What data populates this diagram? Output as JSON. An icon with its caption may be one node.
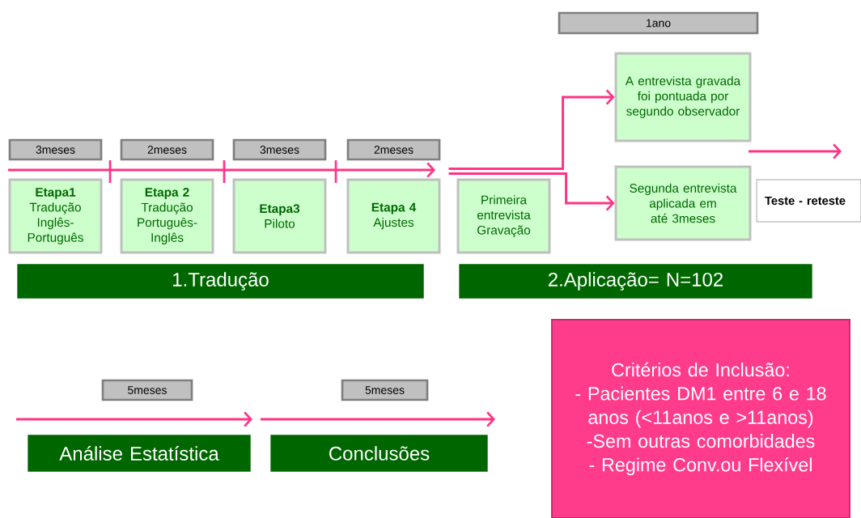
{
  "diagram": {
    "nodes": [
      {
        "text": [
          "3meses"
        ]
      },
      {
        "text": [
          "2meses"
        ]
      },
      {
        "text": [
          "3meses"
        ]
      },
      {
        "text": [
          "2meses"
        ]
      },
      {
        "text": [
          "Etapa1",
          "Tradução Inglês-Português"
        ]
      },
      {
        "text": [
          "Etapa 2",
          "Tradução Português-Inglês"
        ]
      },
      {
        "text": [
          "Etapa3",
          "Piloto"
        ]
      },
      {
        "text": [
          "Etapa 4",
          "Ajustes"
        ]
      },
      {
        "text": [
          "1.Tradução"
        ]
      },
      {
        "text": [
          "Primeira entrevista Gravação"
        ]
      },
      {
        "text": [
          "2.Aplicação= N=102"
        ]
      },
      {
        "text": [
          "1ano"
        ]
      },
      {
        "text": [
          "A entrevista gravada foi pontuada por segundo observador"
        ]
      },
      {
        "text": [
          "Segunda entrevista aplicada em até 3meses"
        ]
      },
      {
        "text": [
          "Teste - reteste"
        ]
      },
      {
        "text": [
          "5meses"
        ]
      },
      {
        "text": [
          "5meses"
        ]
      },
      {
        "text": [
          "Análise Estatística"
        ]
      },
      {
        "text": [
          "Conclusões"
        ]
      },
      {
        "text": [
          "Critérios de Inclusão:",
          "- Pacientes DM1 entre 6 e 18 anos (<11anos e >11anos)",
          "-Sem outras comorbidades",
          "- Regime Conv.ou Flexível"
        ]
      }
    ],
    "edges": [
      {
        "from": 9,
        "to": 12,
        "arrow": "to"
      },
      {
        "from": 9,
        "to": 13,
        "arrow": "to"
      }
    ]
  }
}
